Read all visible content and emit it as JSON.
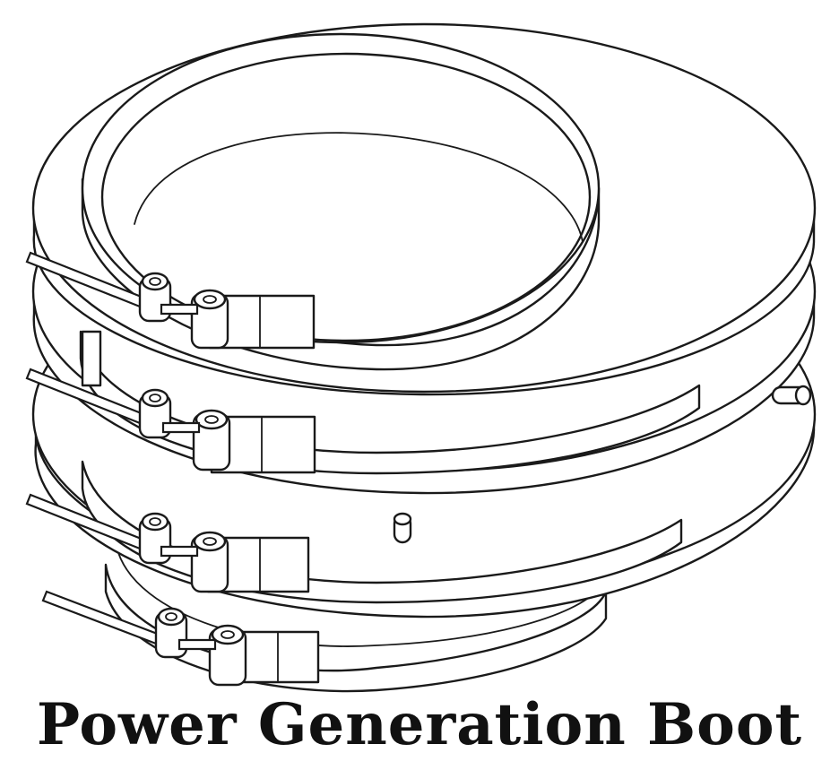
{
  "caption": "Power Generation Boot",
  "colors": {
    "line": "#1a1a1a",
    "background": "#ffffff",
    "caption": "#111111"
  },
  "components": {
    "rings": 4,
    "clamp_bands": 4,
    "pins": 2
  }
}
